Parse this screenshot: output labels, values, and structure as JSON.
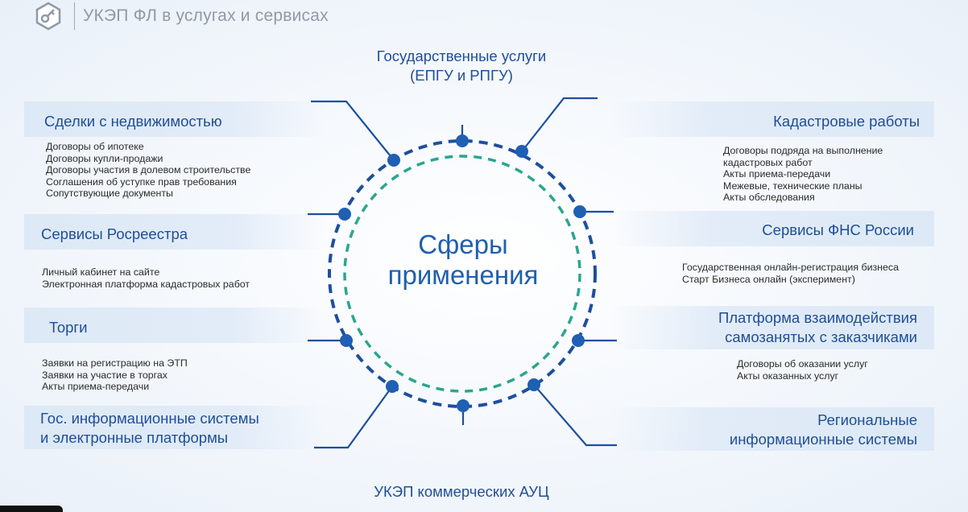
{
  "header": {
    "title": "УКЭП ФЛ в услугах и сервисах",
    "logo_icon": "key-badge-icon"
  },
  "center": {
    "line1": "Сферы",
    "line2": "применения"
  },
  "colors": {
    "primary": "#1f4e96",
    "outer_ring": "#1d4f9c",
    "inner_ring": "#2aa58e",
    "node": "#1f5fb4",
    "band": "#dce8f6"
  },
  "top": {
    "title_line1": "Государственные услуги",
    "title_line2": "(ЕПГУ и РПГУ)"
  },
  "bottom": {
    "title": "УКЭП коммерческих АУЦ"
  },
  "left": [
    {
      "title": "Сделки с недвижимостью",
      "items": [
        "Договоры об ипотеке",
        "Договоры купли-продажи",
        "Договоры участия в долевом строительстве",
        "Соглашения об уступке прав требования",
        "Сопутствующие документы"
      ]
    },
    {
      "title": "Сервисы Росреестра",
      "items": [
        "Личный кабинет на сайте",
        "Электронная платформа кадастровых работ"
      ]
    },
    {
      "title": "Торги",
      "items": [
        "Заявки на регистрацию на ЭТП",
        "Заявки на участие в торгах",
        "Акты приема-передачи"
      ]
    },
    {
      "title_line1": "Гос. информационные системы",
      "title_line2": "и электронные платформы"
    }
  ],
  "right": [
    {
      "title": "Кадастровые работы",
      "items": [
        "Договоры подряда на выполнение",
        "кадастровых работ",
        "Акты приема-передачи",
        "Межевые, технические планы",
        "Акты обследования"
      ]
    },
    {
      "title": "Сервисы ФНС России",
      "items": [
        "Государственная онлайн-регистрация бизнеса",
        "Старт Бизнеса онлайн (эксперимент)"
      ]
    },
    {
      "title_line1": "Платформа взаимодействия",
      "title_line2": "самозанятых с заказчиками",
      "items": [
        "Договоры об оказании услуг",
        "Акты оказанных услуг"
      ]
    },
    {
      "title_line1": "Региональные",
      "title_line2": "информационные системы"
    }
  ]
}
